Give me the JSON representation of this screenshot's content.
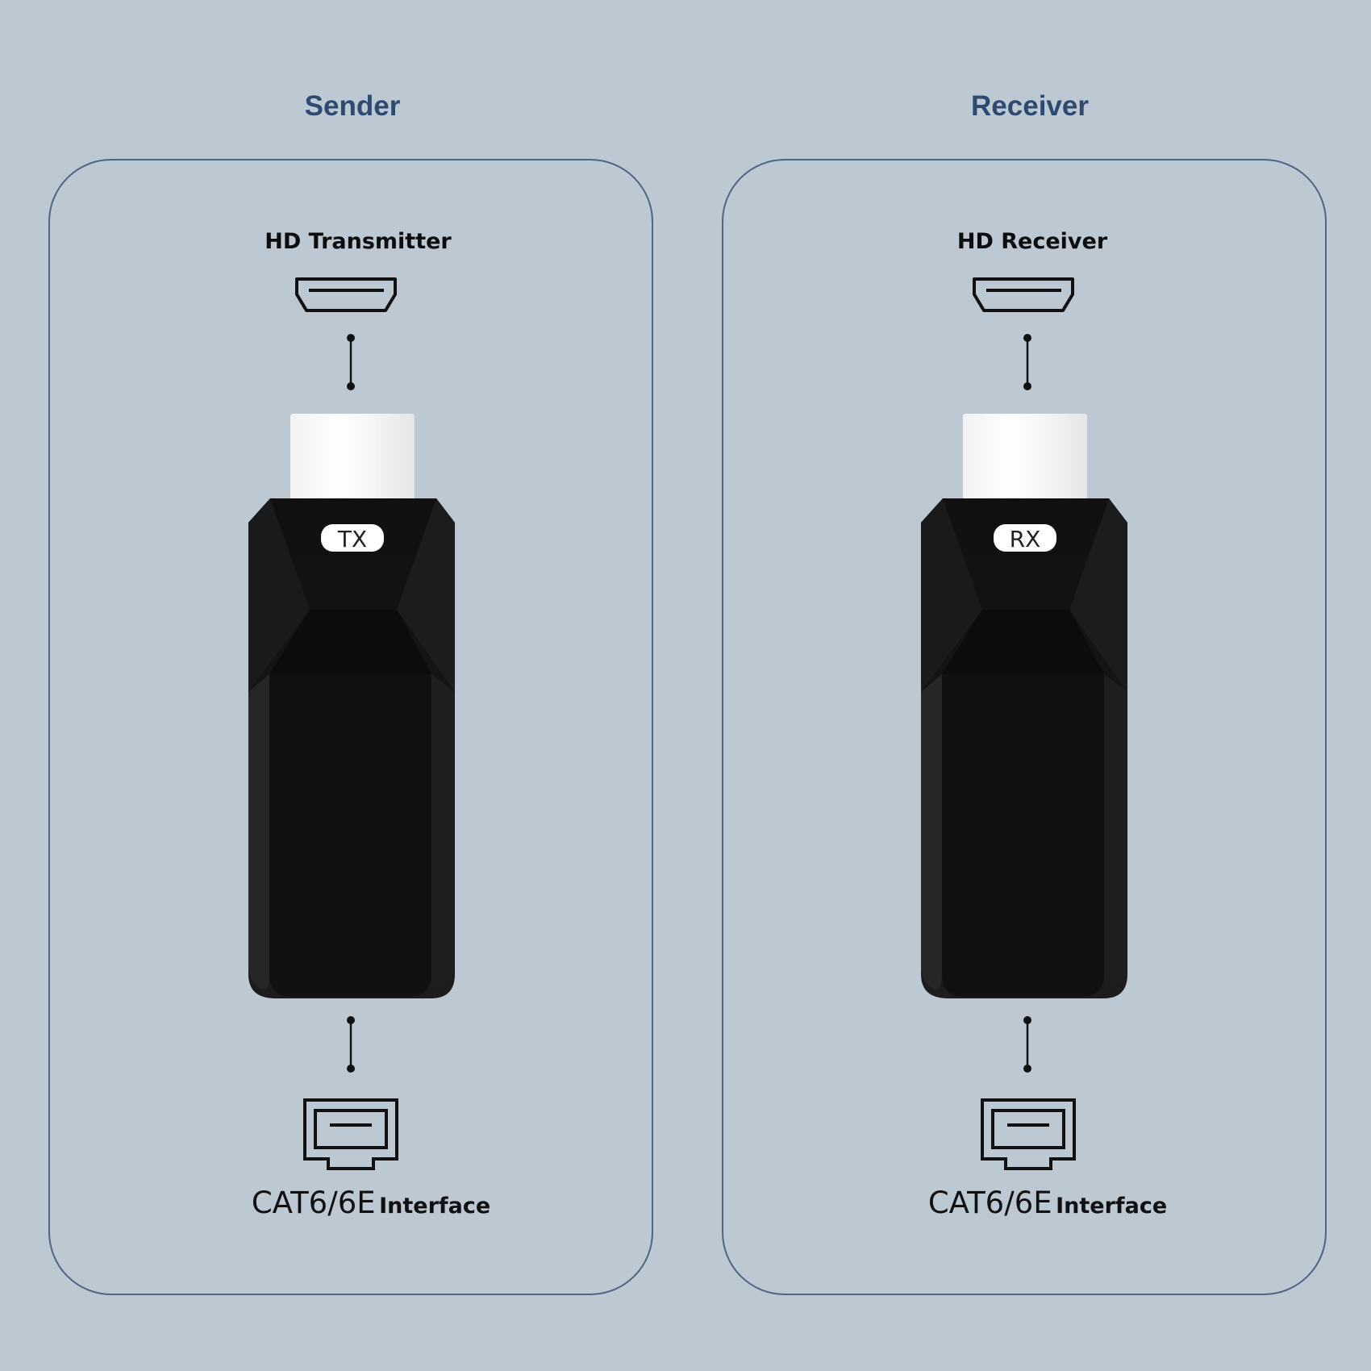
{
  "sections": [
    {
      "title": "Sender",
      "top_port_label": "HD Transmitter",
      "top_port_icon": "hdmi-port-icon",
      "device_badge": "TX",
      "bottom_port_icon": "ethernet-port-icon",
      "bottom_label_code": "CAT6/6E",
      "bottom_label_text": "Interface"
    },
    {
      "title": "Receiver",
      "top_port_label": "HD Receiver",
      "top_port_icon": "hdmi-port-icon",
      "device_badge": "RX",
      "bottom_port_icon": "ethernet-port-icon",
      "bottom_label_code": "CAT6/6E",
      "bottom_label_text": "Interface"
    }
  ],
  "colors": {
    "background": "#bcc8d2",
    "title": "#2e4a70",
    "panel_border": "#4e6584",
    "device_body": "#151515",
    "connector": "#ffffff"
  }
}
